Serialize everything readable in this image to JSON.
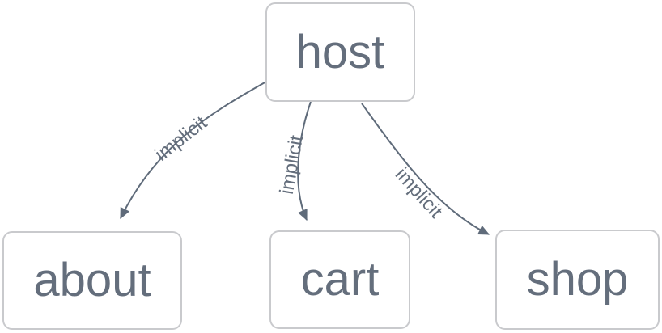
{
  "diagram": {
    "type": "flowchart",
    "direction": "top-down",
    "nodes": [
      {
        "id": "host",
        "label": "host"
      },
      {
        "id": "about",
        "label": "about"
      },
      {
        "id": "cart",
        "label": "cart"
      },
      {
        "id": "shop",
        "label": "shop"
      }
    ],
    "edges": [
      {
        "from": "host",
        "to": "about",
        "label": "implicit",
        "arrow": "arrowhead-icon"
      },
      {
        "from": "host",
        "to": "cart",
        "label": "implicit",
        "arrow": "arrowhead-icon"
      },
      {
        "from": "host",
        "to": "shop",
        "label": "implicit",
        "arrow": "arrowhead-icon"
      }
    ],
    "colors": {
      "node_border": "#c9cacd",
      "node_fill": "#ffffff",
      "text": "#646e7c",
      "edge": "#5f6b7a",
      "background": "#ffffff"
    }
  }
}
